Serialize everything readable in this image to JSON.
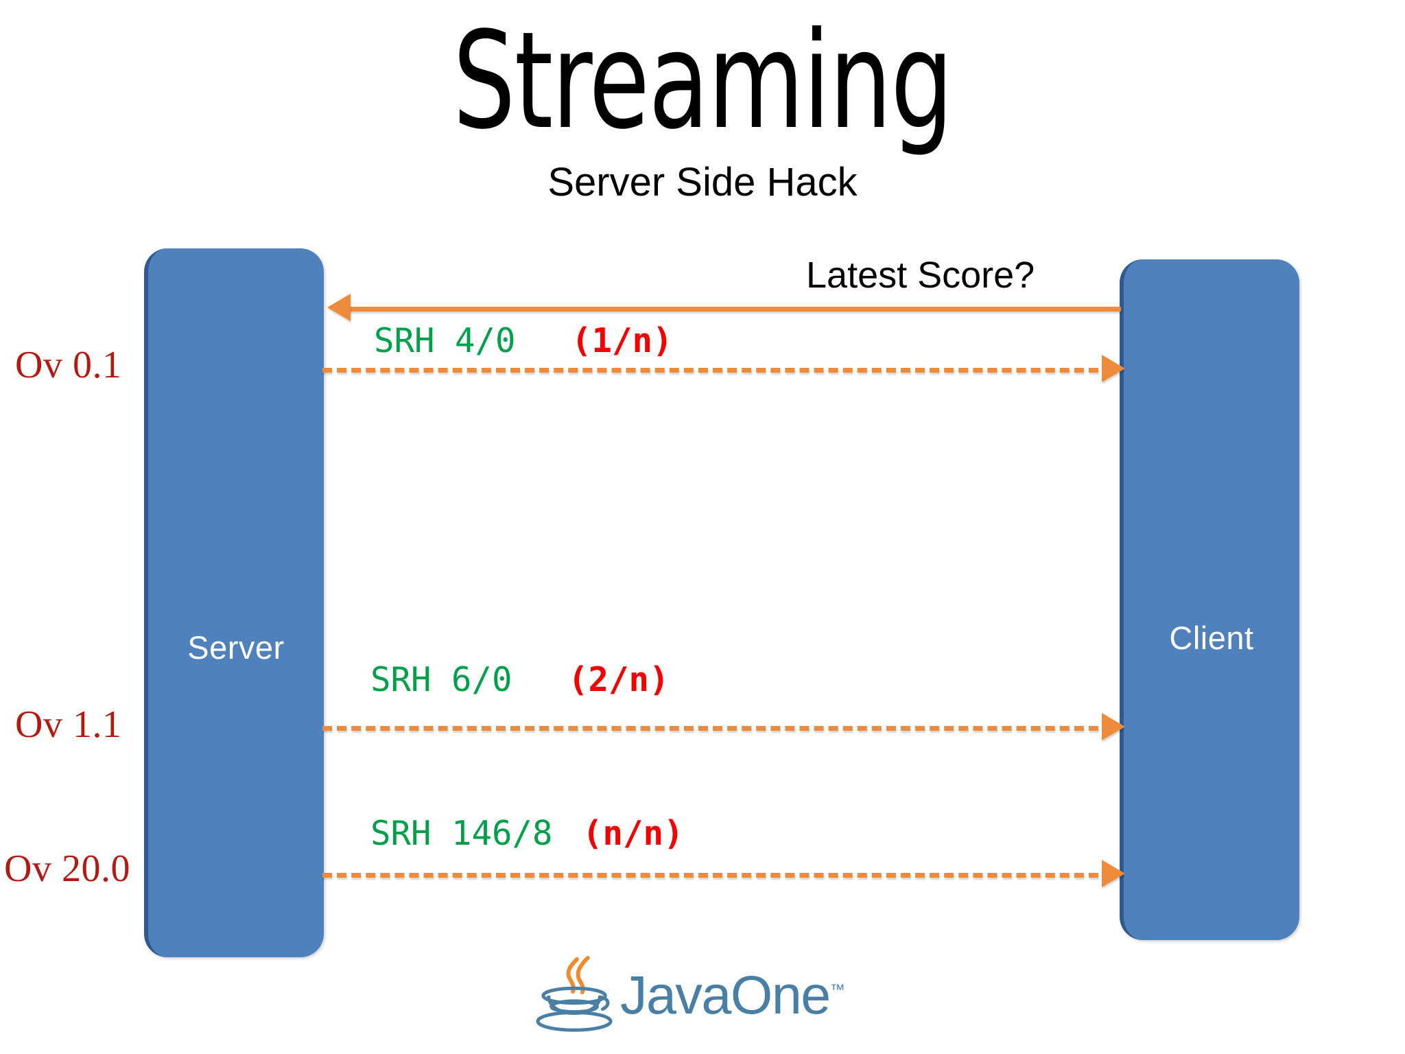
{
  "slide": {
    "title": "Streaming",
    "subtitle": "Server Side Hack",
    "background_color": "#FFFFFF"
  },
  "diagram": {
    "type": "sequence-diagram",
    "participants": [
      {
        "id": "server",
        "label": "Server",
        "fill_color": "#4F81BD",
        "text_color": "#FFFFFF"
      },
      {
        "id": "client",
        "label": "Client",
        "fill_color": "#4F81BD",
        "text_color": "#FFFFFF"
      }
    ],
    "arrow_color": "#ED8B3A",
    "over_labels": [
      {
        "text": "Ov 0.1",
        "color": "#B41A14"
      },
      {
        "text": "Ov 1.1",
        "color": "#B41A14"
      },
      {
        "text": "Ov 20.0",
        "color": "#B41A14"
      }
    ],
    "messages": [
      {
        "id": "request",
        "from": "client",
        "to": "server",
        "label": "Latest Score?",
        "label_color": "#000000",
        "line_style": "solid",
        "direction": "left"
      },
      {
        "id": "response-1",
        "from": "server",
        "to": "client",
        "score": "SRH  4/0",
        "counter": "(1/n)",
        "score_color": "#00A04A",
        "counter_color": "#F40000",
        "line_style": "dashed",
        "direction": "right"
      },
      {
        "id": "response-2",
        "from": "server",
        "to": "client",
        "score": "SRH  6/0",
        "counter": "(2/n)",
        "score_color": "#00A04A",
        "counter_color": "#F40000",
        "line_style": "dashed",
        "direction": "right"
      },
      {
        "id": "response-3",
        "from": "server",
        "to": "client",
        "score": "SRH  146/8",
        "counter": "(n/n)",
        "score_color": "#00A04A",
        "counter_color": "#F40000",
        "line_style": "dashed",
        "direction": "right"
      }
    ]
  },
  "footer": {
    "logo": {
      "name": "javaone-logo",
      "wordmark": "JavaOne",
      "trademark": "™",
      "text_color": "#4A7FA5",
      "steam_color": "#EF8B2C"
    }
  }
}
